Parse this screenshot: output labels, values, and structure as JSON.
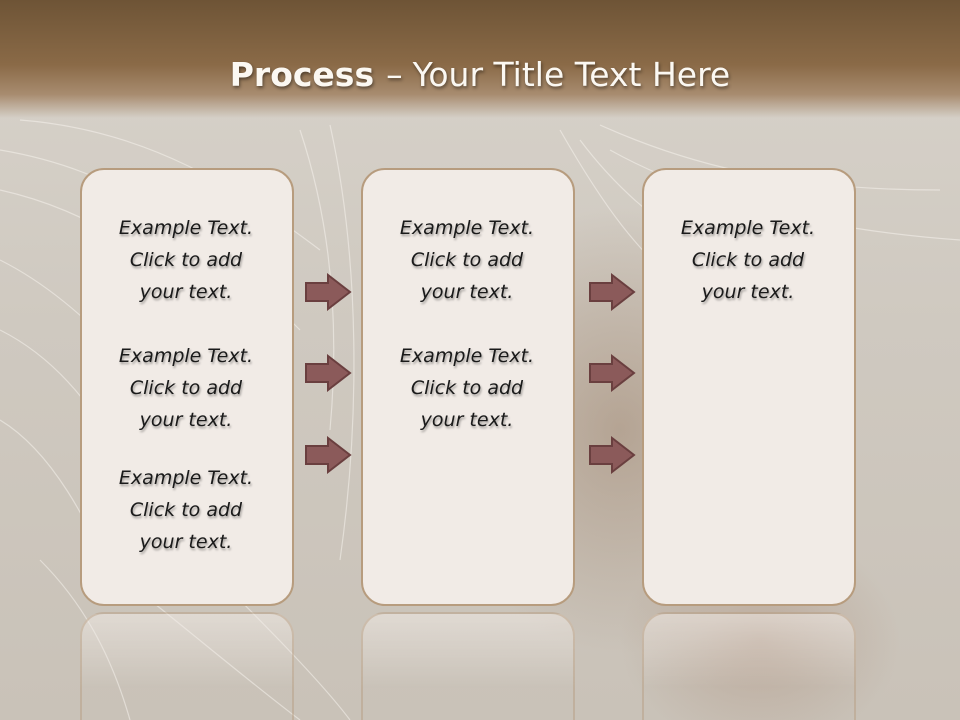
{
  "slide": {
    "title_bold": "Process",
    "title_sep": "–",
    "title_rest": "Your Title Text Here"
  },
  "columns": [
    {
      "items": [
        {
          "text": "Example Text.\nClick  to add\nyour text."
        },
        {
          "text": "Example Text.\nClick  to add\nyour text."
        },
        {
          "text": "Example Text.\nClick  to add\nyour text."
        }
      ]
    },
    {
      "items": [
        {
          "text": "Example Text.\nClick  to add\nyour text."
        },
        {
          "text": "Example Text.\nClick  to add\nyour text."
        }
      ]
    },
    {
      "items": [
        {
          "text": "Example Text.\nClick  to add\nyour text."
        }
      ]
    }
  ],
  "colors": {
    "header": "#7a5d3e",
    "box_fill": "#f1ebe6",
    "box_border": "#b79c7e",
    "arrow_fill": "#8b5a5a"
  },
  "icons": [
    "right-arrow-icon"
  ]
}
